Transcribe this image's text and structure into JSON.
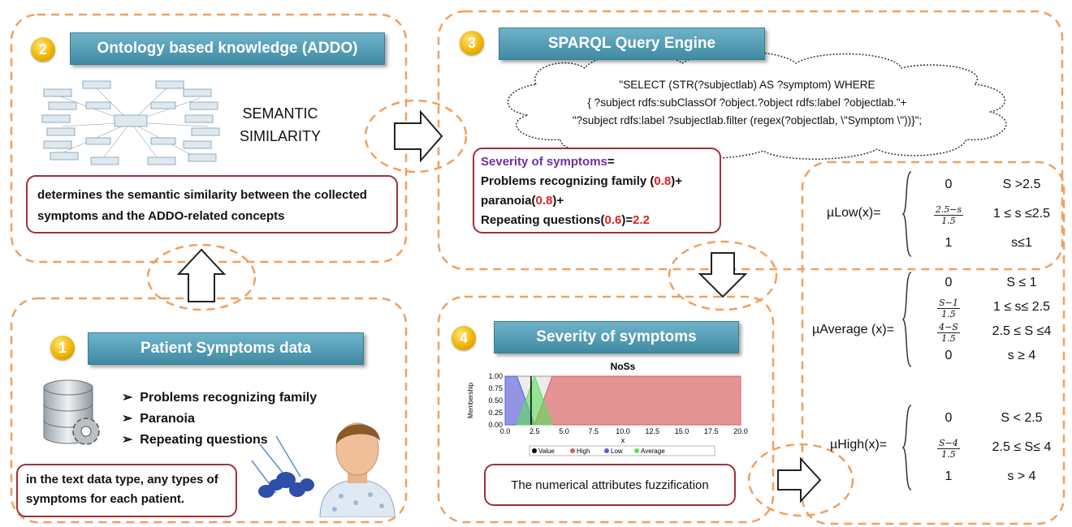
{
  "panel1": {
    "badge": "1",
    "title": "Patient Symptoms data",
    "symptoms": [
      "Problems recognizing family",
      "Paranoia",
      "Repeating questions"
    ],
    "note": "in the text data type, any types of symptoms for each patient."
  },
  "panel2": {
    "badge": "2",
    "title": "Ontology based knowledge (ADDO)",
    "semantic_line1": "SEMANTIC",
    "semantic_line2": "SIMILARITY",
    "note": "determines the semantic similarity between the collected symptoms and the ADDO-related concepts"
  },
  "panel3": {
    "badge": "3",
    "title": "SPARQL Query Engine",
    "query_line1": "\"SELECT  (STR(?subjectlab) AS ?symptom) WHERE",
    "query_line2": "{ ?subject rdfs:subClassOf ?object.?object rdfs:label  ?objectlab.\"+",
    "query_line3": "\"?subject rdfs:label  ?subjectlab.filter (regex(?objectlab, \\\"Symptom \\\"))}\";",
    "severity_head": "Severity of symptoms",
    "severity_eq": "=",
    "line1_text": "Problems recognizing family (",
    "line1_val": "0.8",
    "line1_end": ")+",
    "line2_text": "paranoia(",
    "line2_val": "0.8",
    "line2_end": ")+",
    "line3_text": "Repeating questions(",
    "line3_val": "0.6",
    "line3_end": ")=",
    "total": "2.2"
  },
  "panel4": {
    "badge": "4",
    "title": "Severity of symptoms",
    "note": "The numerical attributes fuzzification"
  },
  "membership": {
    "low_label": "µLow(x)=",
    "low": [
      {
        "value": "0",
        "num": "",
        "den": "",
        "cond": "S >2.5"
      },
      {
        "value": "",
        "num": "2.5−s",
        "den": "1.5",
        "cond": "1 ≤ s ≤2.5"
      },
      {
        "value": "1",
        "num": "",
        "den": "",
        "cond": "s≤1"
      }
    ],
    "avg_label": "µAverage (x)=",
    "average": [
      {
        "value": "0",
        "num": "",
        "den": "",
        "cond": "S ≤ 1"
      },
      {
        "value": "",
        "num": "S−1",
        "den": "1.5",
        "cond": "1 ≤ s≤ 2.5"
      },
      {
        "value": "",
        "num": "4−S",
        "den": "1.5",
        "cond": "2.5 ≤ S ≤4"
      },
      {
        "value": "0",
        "num": "",
        "den": "",
        "cond": "s ≥ 4"
      }
    ],
    "high_label": "µHigh(x)=",
    "high": [
      {
        "value": "0",
        "num": "",
        "den": "",
        "cond": "S < 2.5"
      },
      {
        "value": "",
        "num": "S−4",
        "den": "1.5",
        "cond": "2.5 ≤ S≤ 4"
      },
      {
        "value": "1",
        "num": "",
        "den": "",
        "cond": "s > 4"
      }
    ]
  },
  "chart_data": {
    "type": "area",
    "title": "NoSs",
    "xlabel": "x",
    "ylabel": "Membership",
    "xlim": [
      0,
      20
    ],
    "ylim": [
      0,
      1
    ],
    "x_ticks": [
      "0.0",
      "2.5",
      "5.0",
      "7.5",
      "10.0",
      "12.5",
      "15.0",
      "17.5",
      "20.0"
    ],
    "y_ticks": [
      "0.00",
      "0.25",
      "0.50",
      "0.75",
      "1.00"
    ],
    "series": [
      {
        "name": "Value",
        "color": "#000000",
        "x": [
          2.2,
          2.2
        ],
        "y": [
          0,
          1
        ]
      },
      {
        "name": "High",
        "color": "#e05a5a",
        "x": [
          2.5,
          4,
          20,
          20
        ],
        "y": [
          0,
          1,
          1,
          0
        ]
      },
      {
        "name": "Low",
        "color": "#5a5ae0",
        "x": [
          0,
          1,
          2.5
        ],
        "y": [
          1,
          1,
          0
        ]
      },
      {
        "name": "Average",
        "color": "#5ae05a",
        "x": [
          1,
          2.5,
          4
        ],
        "y": [
          0,
          1,
          0
        ]
      }
    ],
    "legend": "bottom"
  },
  "colors": {
    "dash": "#f0a060",
    "banner": "#4f98b0",
    "red_value": "#e02020",
    "purple": "#7030a0",
    "box_border": "#a0303c"
  }
}
